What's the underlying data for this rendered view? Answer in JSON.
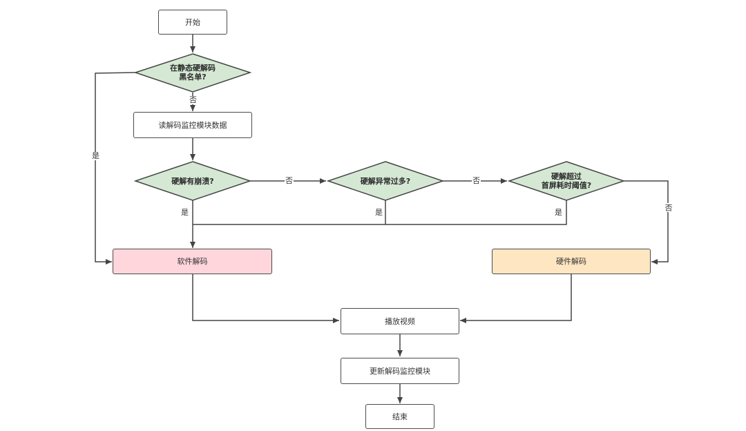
{
  "flow": {
    "start": "开始",
    "check_blacklist": "在静态硬解码\n黑名单?",
    "read_monitor": "读解码监控模块数据",
    "check_crash": "硬解有崩溃?",
    "check_exception": "硬解异常过多?",
    "check_time": "硬解超过\n首屏耗时阈值?",
    "software_decode": "软件解码",
    "hardware_decode": "硬件解码",
    "play_video": "播放视频",
    "update_monitor": "更新解码监控模块",
    "end": "结束"
  },
  "edge_labels": {
    "blacklist_no": "否",
    "blacklist_yes": "是",
    "crash_no": "否",
    "crash_yes": "是",
    "exception_no": "否",
    "exception_yes": "是",
    "time_yes": "是",
    "time_no": "否"
  },
  "colors": {
    "decision_fill": "#d5e8d4",
    "software_fill": "#ffd6dc",
    "hardware_fill": "#ffe6c2",
    "line": "#444444"
  }
}
